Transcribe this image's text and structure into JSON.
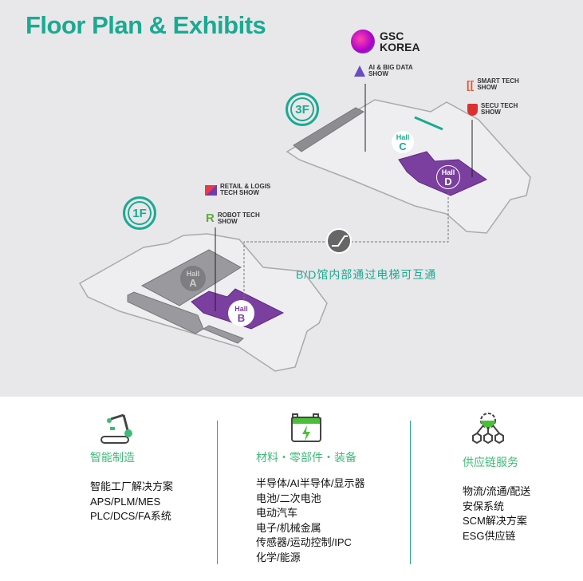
{
  "title": "Floor Plan & Exhibits",
  "brand": {
    "name": "GSC\nKOREA"
  },
  "floors": [
    {
      "label": "3F"
    },
    {
      "label": "1F"
    }
  ],
  "shows": {
    "ai": "AI & BIG DATA\nSHOW",
    "smart": "SMART TECH\nSHOW",
    "secu": "SECU TECH\nSHOW",
    "retail": "RETAIL & LOGIS\nTECH SHOW",
    "robot": "ROBOT TECH\nSHOW"
  },
  "halls": [
    {
      "word": "Hall",
      "letter": "A"
    },
    {
      "word": "Hall",
      "letter": "B"
    },
    {
      "word": "Hall",
      "letter": "C"
    },
    {
      "word": "Hall",
      "letter": "D"
    }
  ],
  "escalator_note": "B/D馆内部通过电梯可互通",
  "colors": {
    "accent": "#1aaa92",
    "purple": "#7b3fa0",
    "gray": "#9a9a9e",
    "green": "#3fba7a"
  },
  "categories": [
    {
      "icon": "robot-arm-icon",
      "title": "智能制造",
      "items": [
        "智能工厂解决方案",
        "APS/PLM/MES",
        "PLC/DCS/FA系统"
      ]
    },
    {
      "icon": "battery-icon",
      "title": "材料・零部件・装备",
      "items": [
        "半导体/AI半导体/显示器",
        "电池/二次电池",
        "电动汽车",
        "电子/机械金属",
        "传感器/运动控制/IPC",
        "化学/能源"
      ]
    },
    {
      "icon": "supply-chain-icon",
      "title": "供应链服务",
      "items": [
        "物流/流通/配送",
        "安保系统",
        "SCM解决方案",
        "ESG供应链"
      ]
    }
  ]
}
